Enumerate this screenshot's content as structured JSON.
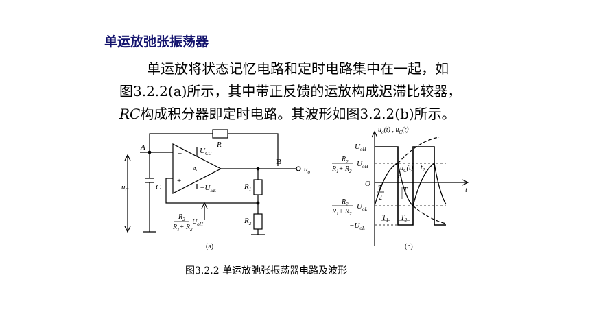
{
  "section_title": "单运放弛张振荡器",
  "paragraph": {
    "line1": "单运放将状态记忆电路和定时电路集中在一起，如",
    "line2": "图3.2.2(a)所示，其中带正反馈的运放构成迟滞比较器，",
    "line3_italic": "RC",
    "line3_rest": "构成积分器即定时电路。其波形如图3.2.2(b)所示。"
  },
  "circuit": {
    "node_a": "A",
    "node_b": "B",
    "opamp_label": "A",
    "minus": "−",
    "plus": "+",
    "vcc": "U",
    "vcc_sub": "CC",
    "vee": "−U",
    "vee_sub": "EE",
    "r": "R",
    "r1": "R",
    "r1_sub": "1",
    "r2": "R",
    "r2_sub": "2",
    "c": "C",
    "uc": "u",
    "uc_sub": "C",
    "uo": "u",
    "uo_sub": "o",
    "fb_num": "R",
    "fb_num_sub": "2",
    "fb_den": "R",
    "fb_den_mid": "+ R",
    "fb_u": "U",
    "fb_u_sub": "oH",
    "sublabel": "(a)"
  },
  "waveform": {
    "axis_title": "u",
    "axis_title_rest": "(t) ,  u",
    "axis_title_tail": "(t)",
    "uoh": "U",
    "uoh_sub": "oH",
    "frac_num": "R",
    "frac_den": "R",
    "frac_den_mid": "+ R",
    "origin": "O",
    "t_axis": "t",
    "uol": "U",
    "uol_sub": "oL",
    "neg_uol": "−U",
    "neg": "−",
    "uc_t": "u",
    "uc_t_rest": "(t)",
    "T": "T",
    "two": "2",
    "t1": "t",
    "t2": "t",
    "T1": "T",
    "T2": "T",
    "sublabel": "(b)"
  },
  "caption": "图3.2.2  单运放弛张振荡器电路及波形"
}
